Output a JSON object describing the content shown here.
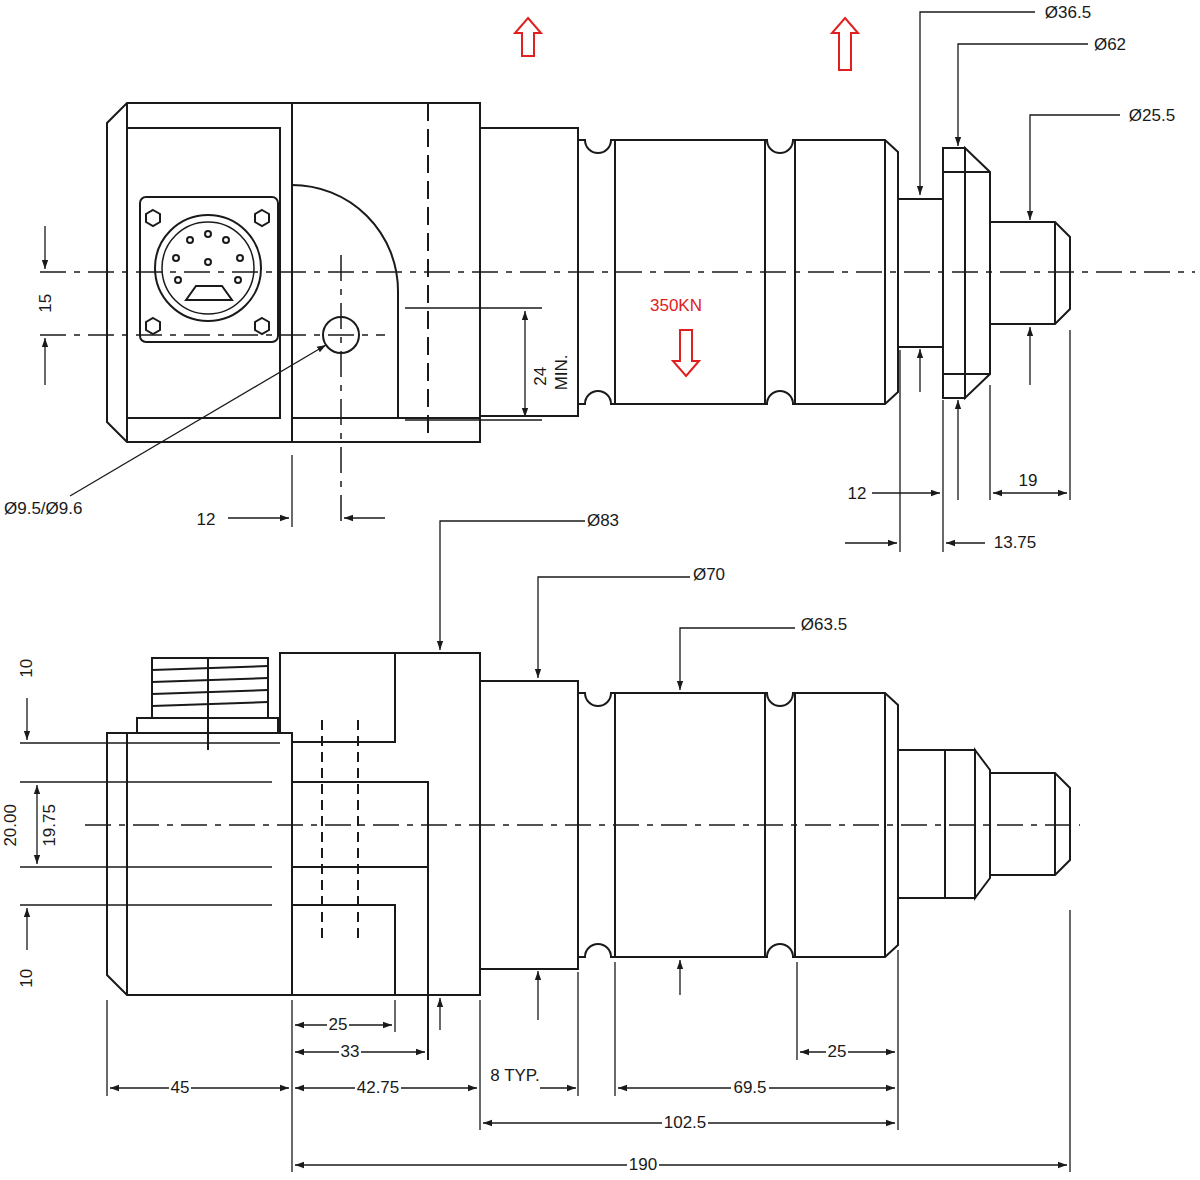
{
  "diagram": {
    "labels": [
      "Ø36.5",
      "Ø62",
      "Ø25.5",
      "15",
      "24",
      "MIN.",
      "350KN",
      "Ø9.5/Ø9.6",
      "12",
      "12",
      "19",
      "13.75",
      "Ø83",
      "Ø70",
      "Ø63.5",
      "10",
      "20.00",
      "19.75",
      "10",
      "25",
      "33",
      "45",
      "42.75",
      "8 TYP.",
      "69.5",
      "25",
      "102.5",
      "190"
    ]
  }
}
